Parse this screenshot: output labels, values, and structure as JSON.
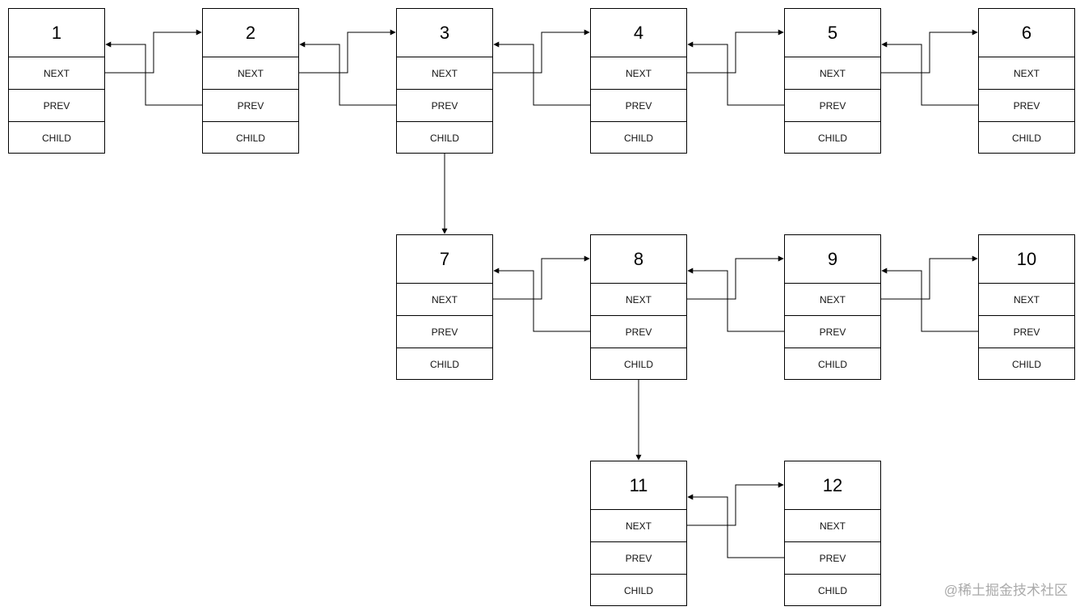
{
  "diagram": {
    "nodes": [
      {
        "id": "1",
        "next_label": "NEXT",
        "prev_label": "PREV",
        "child_label": "CHILD"
      },
      {
        "id": "2",
        "next_label": "NEXT",
        "prev_label": "PREV",
        "child_label": "CHILD"
      },
      {
        "id": "3",
        "next_label": "NEXT",
        "prev_label": "PREV",
        "child_label": "CHILD"
      },
      {
        "id": "4",
        "next_label": "NEXT",
        "prev_label": "PREV",
        "child_label": "CHILD"
      },
      {
        "id": "5",
        "next_label": "NEXT",
        "prev_label": "PREV",
        "child_label": "CHILD"
      },
      {
        "id": "6",
        "next_label": "NEXT",
        "prev_label": "PREV",
        "child_label": "CHILD"
      },
      {
        "id": "7",
        "next_label": "NEXT",
        "prev_label": "PREV",
        "child_label": "CHILD"
      },
      {
        "id": "8",
        "next_label": "NEXT",
        "prev_label": "PREV",
        "child_label": "CHILD"
      },
      {
        "id": "9",
        "next_label": "NEXT",
        "prev_label": "PREV",
        "child_label": "CHILD"
      },
      {
        "id": "10",
        "next_label": "NEXT",
        "prev_label": "PREV",
        "child_label": "CHILD"
      },
      {
        "id": "11",
        "next_label": "NEXT",
        "prev_label": "PREV",
        "child_label": "CHILD"
      },
      {
        "id": "12",
        "next_label": "NEXT",
        "prev_label": "PREV",
        "child_label": "CHILD"
      }
    ],
    "links": [
      {
        "from": "1",
        "to": "2"
      },
      {
        "from": "2",
        "to": "3"
      },
      {
        "from": "3",
        "to": "4"
      },
      {
        "from": "4",
        "to": "5"
      },
      {
        "from": "5",
        "to": "6"
      },
      {
        "from": "7",
        "to": "8"
      },
      {
        "from": "8",
        "to": "9"
      },
      {
        "from": "9",
        "to": "10"
      },
      {
        "from": "11",
        "to": "12"
      }
    ],
    "children": [
      {
        "from": "3",
        "to": "7"
      },
      {
        "from": "8",
        "to": "11"
      }
    ]
  },
  "watermark": "@稀土掘金技术社区"
}
